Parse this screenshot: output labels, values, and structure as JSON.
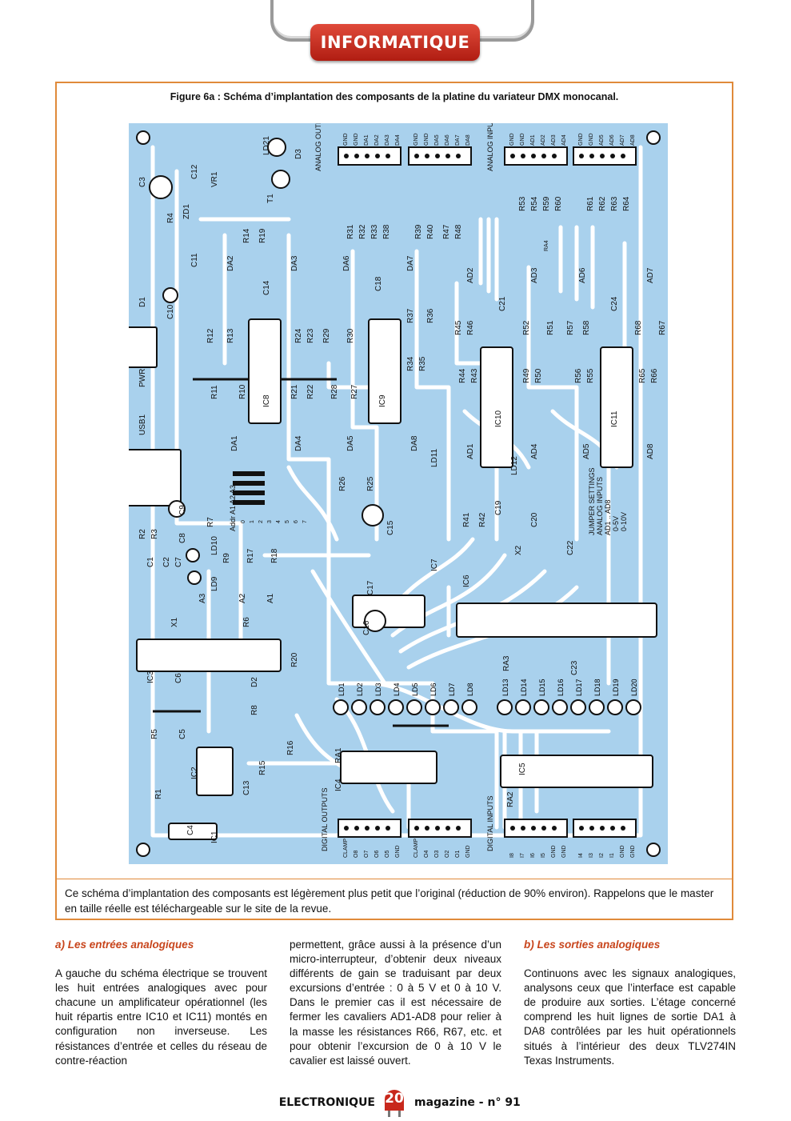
{
  "header": {
    "section": "INFORMATIQUE"
  },
  "figure": {
    "title": "Figure 6a : Schéma d’implantation des composants de la platine du variateur DMX monocanal.",
    "caption": "Ce schéma d’implantation des composants est légèrement plus petit que l’original (réduction de 90% environ). Rappelons que le master en taille réelle est téléchargeable sur le site de la revue.",
    "labels": {
      "analog_outputs": "ANALOG OUTPUTS",
      "analog_inputs": "ANALOG INPUTS",
      "digital_outputs": "DIGITAL OUTPUTS",
      "digital_inputs": "DIGITAL INPUTS",
      "clamp": "CLAMP",
      "jumper_settings": "JUMPER SETTINGS",
      "jumper_line2": "ANALOG INPUTS",
      "jumper_line3": "AD1 .. AD8",
      "jumper_0_5": "0-5V",
      "jumper_0_10": "0-10V",
      "addr": "Addr A1 A2 A3",
      "usb": "USB1",
      "pwr": "PWR",
      "ra4": "RA4"
    },
    "headers": {
      "ao1": [
        "GND",
        "GND",
        "DA1",
        "DA2",
        "DA3",
        "DA4"
      ],
      "ao2": [
        "GND",
        "GND",
        "DA5",
        "DA6",
        "DA7",
        "DA8"
      ],
      "ai1": [
        "GND",
        "GND",
        "AD1",
        "AD2",
        "AD3",
        "AD4"
      ],
      "ai2": [
        "GND",
        "GND",
        "AD5",
        "AD6",
        "AD7",
        "AD8"
      ],
      "do1": [
        "CLAMP",
        "O8",
        "O7",
        "O6",
        "O5",
        "GND"
      ],
      "do2": [
        "CLAMP",
        "O4",
        "O3",
        "O2",
        "O1",
        "GND"
      ],
      "di1": [
        "I8",
        "I7",
        "I6",
        "I5",
        "GND",
        "GND"
      ],
      "di2": [
        "I4",
        "I3",
        "I2",
        "I1",
        "GND",
        "GND"
      ]
    },
    "addr_rows": [
      "0",
      "1",
      "2",
      "3",
      "4",
      "5",
      "6",
      "7"
    ],
    "leds_left": [
      "LD1",
      "LD2",
      "LD3",
      "LD4",
      "LD5",
      "LD6",
      "LD7",
      "LD8"
    ],
    "leds_right": [
      "LD13",
      "LD14",
      "LD15",
      "LD16",
      "LD17",
      "LD18",
      "LD19",
      "LD20"
    ],
    "components": [
      "C3",
      "C12",
      "ZD1",
      "VR1",
      "R4",
      "C11",
      "LD21",
      "T1",
      "D3",
      "R14",
      "R19",
      "R31",
      "R32",
      "R33",
      "R38",
      "R39",
      "R40",
      "R47",
      "R48",
      "R53",
      "R54",
      "R59",
      "R60",
      "R61",
      "R62",
      "R63",
      "R64",
      "D1",
      "C10",
      "DA2",
      "DA3",
      "DA6",
      "DA7",
      "C14",
      "C18",
      "R12",
      "R13",
      "R24",
      "R23",
      "R29",
      "R30",
      "R37",
      "R36",
      "R34",
      "R35",
      "R11",
      "R10",
      "R21",
      "R22",
      "R28",
      "R27",
      "IC8",
      "IC9",
      "DA1",
      "DA4",
      "DA5",
      "DA8",
      "AD2",
      "AD3",
      "AD6",
      "AD7",
      "C21",
      "C24",
      "R45",
      "R46",
      "R52",
      "R51",
      "R57",
      "R58",
      "R68",
      "R67",
      "R44",
      "R43",
      "R49",
      "R50",
      "R56",
      "R55",
      "R65",
      "R66",
      "IC10",
      "IC11",
      "AD1",
      "AD4",
      "AD5",
      "AD8",
      "LD11",
      "LD12",
      "R41",
      "R42",
      "C19",
      "C20",
      "X2",
      "C22",
      "R26",
      "R25",
      "C15",
      "IC7",
      "IC6",
      "R2",
      "R3",
      "C9",
      "R7",
      "C8",
      "C1",
      "C2",
      "C7",
      "LD9",
      "LD10",
      "R9",
      "R17",
      "R18",
      "A3",
      "A2",
      "A1",
      "R6",
      "X1",
      "C17",
      "C16",
      "C23",
      "R20",
      "IC3",
      "C6",
      "R8",
      "D2",
      "C5",
      "R5",
      "IC2",
      "C13",
      "R15",
      "R16",
      "R1",
      "C4",
      "IC1",
      "RA1",
      "IC4",
      "RA3",
      "IC5",
      "RA2"
    ]
  },
  "article": {
    "col1_heading": "a) Les entrées analogiques",
    "col1_text": "A gauche du schéma électrique se trouvent les huit entrées analogiques avec pour chacune un amplificateur opérationnel (les huit répartis entre IC10 et IC11) montés en configuration non inverseuse. Les résistances d’entrée et celles du réseau de contre-réaction",
    "col2_text": "permettent, grâce aussi à la présence d’un micro-interrupteur, d’obtenir deux niveaux différents de gain se traduisant par deux excursions d’entrée : 0 à 5 V et 0 à 10 V. Dans le premier cas il est nécessaire de fermer les cavaliers AD1-AD8 pour relier à la masse les résistances R66, R67, etc. et pour obtenir l’excursion de 0 à 10 V le cavalier est laissé ouvert.",
    "col3_heading": "b) Les sorties analogiques",
    "col3_text": "Continuons avec les signaux analogiques, analysons ceux que l’interface est capable de produire aux sorties. L’étage concerné comprend les huit lignes de sortie DA1 à DA8 contrôlées par les huit opérationnels situés à l’intérieur des deux TLV274IN Texas Instruments."
  },
  "footer": {
    "left": "ELECTRONIQUE",
    "page": "20",
    "right": "magazine - n° 91"
  },
  "colors": {
    "pcb": "#a9d1ed",
    "accent": "#c8451c",
    "frame": "#e08a3a",
    "header": "#c8281c"
  }
}
